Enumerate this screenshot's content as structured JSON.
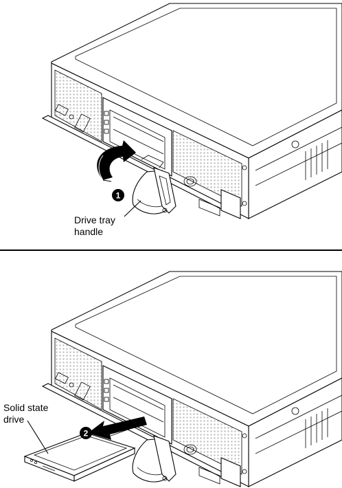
{
  "panels": [
    {
      "step": "1",
      "callout_line1": "Drive tray",
      "callout_line2": "handle"
    },
    {
      "step": "2",
      "callout_line1": "Solid state",
      "callout_line2": "drive"
    }
  ],
  "colors": {
    "line": "#000000",
    "background": "#ffffff",
    "hatch": "#b8b8b8",
    "arrow_fill": "#000000"
  }
}
